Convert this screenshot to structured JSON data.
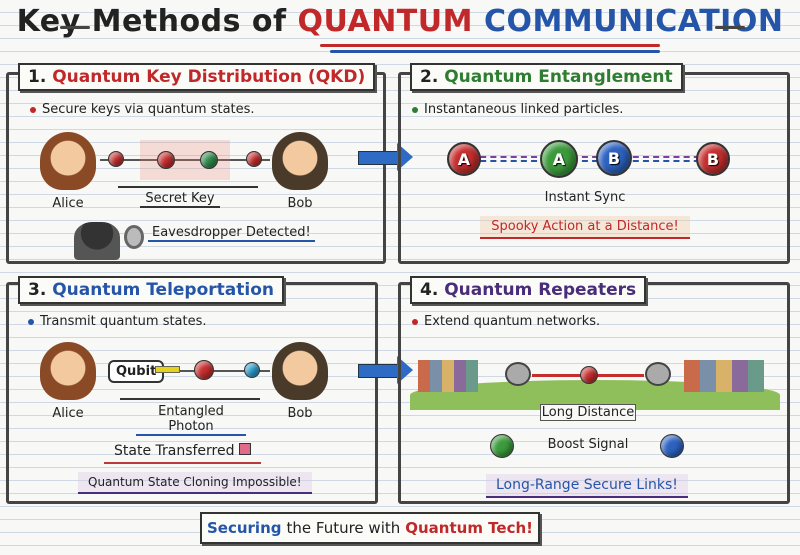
{
  "title": {
    "prefix": "Key Methods of",
    "quantum": "QUANTUM",
    "communication": "COMMUNICATION"
  },
  "panels": [
    {
      "number": "1.",
      "title": "Quantum Key Distribution (QKD)",
      "bullet": "Secure keys via quantum states.",
      "left_person": "Alice",
      "right_person": "Bob",
      "link_label": "Secret Key",
      "alert": "Eavesdropper Detected!"
    },
    {
      "number": "2.",
      "title": "Quantum Entanglement",
      "bullet": "Instantaneous linked particles.",
      "particles": [
        "A",
        "A",
        "B",
        "B"
      ],
      "link_label": "Instant Sync",
      "callout": "Spooky Action at a Distance!"
    },
    {
      "number": "3.",
      "title": "Quantum Teleportation",
      "bullet": "Transmit quantum states.",
      "left_person": "Alice",
      "right_person": "Bob",
      "qubit_label": "Qubit",
      "link_label": "Entangled Photon",
      "result": "State Transferred",
      "callout": "Quantum State Cloning Impossible!"
    },
    {
      "number": "4.",
      "title": "Quantum Repeaters",
      "bullet": "Extend quantum networks.",
      "link_label": "Long Distance",
      "boost": "Boost Signal",
      "callout": "Long-Range Secure Links!"
    }
  ],
  "footer": {
    "securing": "Securing",
    "middle": "the Future with",
    "tech": "Quantum Tech!"
  },
  "colors": {
    "red": "#c0282a",
    "blue": "#2555a8",
    "green": "#2e7d32",
    "purple": "#4a2d7a"
  }
}
